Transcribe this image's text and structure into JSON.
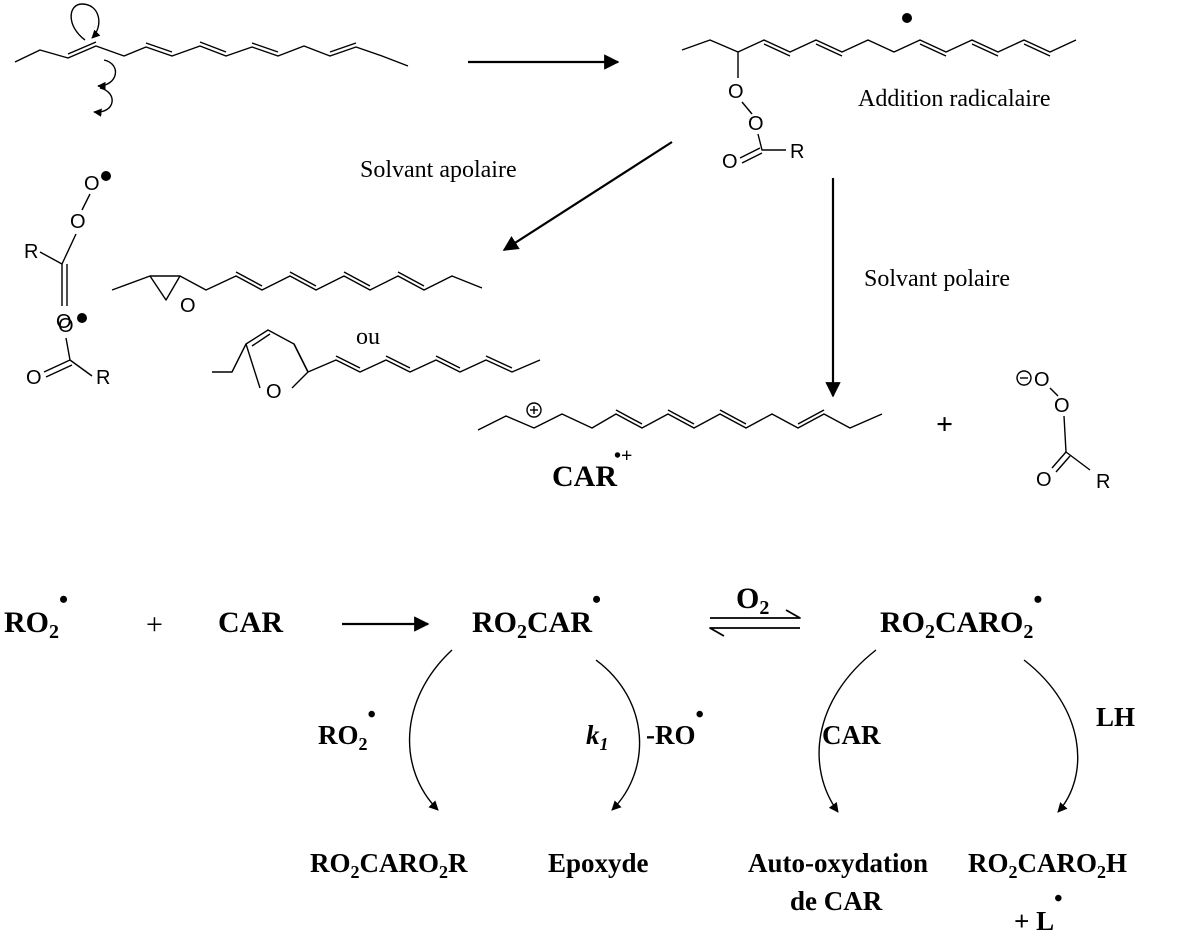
{
  "upper": {
    "addition": "Addition radicalaire",
    "apolar": "Solvant apolaire",
    "polar": "Solvant polaire",
    "or": "ou",
    "cation_name": "CAR",
    "cation_charge": "•+",
    "plus": "+",
    "atoms": {
      "O": "O",
      "R": "R"
    }
  },
  "lower": {
    "r1_main": "RO",
    "r1_sub": "2",
    "r1_dot": "•",
    "plus": "+",
    "car": "CAR",
    "int1_a": "RO",
    "int1_sub": "2",
    "int1_b": "CAR",
    "int1_dot": "•",
    "o2_main": "O",
    "o2_sub": "2",
    "int2_a": "RO",
    "int2_sub1": "2",
    "int2_b": "CARO",
    "int2_sub2": "2",
    "int2_dot": "•",
    "reagent_ro2_main": "RO",
    "reagent_ro2_sub": "2",
    "reagent_ro2_dot": "•",
    "k1_main": "k",
    "k1_sub": "1",
    "minus_ro": "-RO",
    "minus_ro_dot": "•",
    "reagent_car": "CAR",
    "reagent_lh": "LH",
    "p1_a": "RO",
    "p1_sub1": "2",
    "p1_b": "CARO",
    "p1_sub2": "2",
    "p1_c": "R",
    "p2": "Epoxyde",
    "p3_line1": "Auto-oxydation",
    "p3_line2": "de CAR",
    "p4_a": "RO",
    "p4_sub1": "2",
    "p4_b": "CARO",
    "p4_sub2": "2",
    "p4_c": "H",
    "p4_line2": "+  L",
    "p4_dot": "•"
  }
}
